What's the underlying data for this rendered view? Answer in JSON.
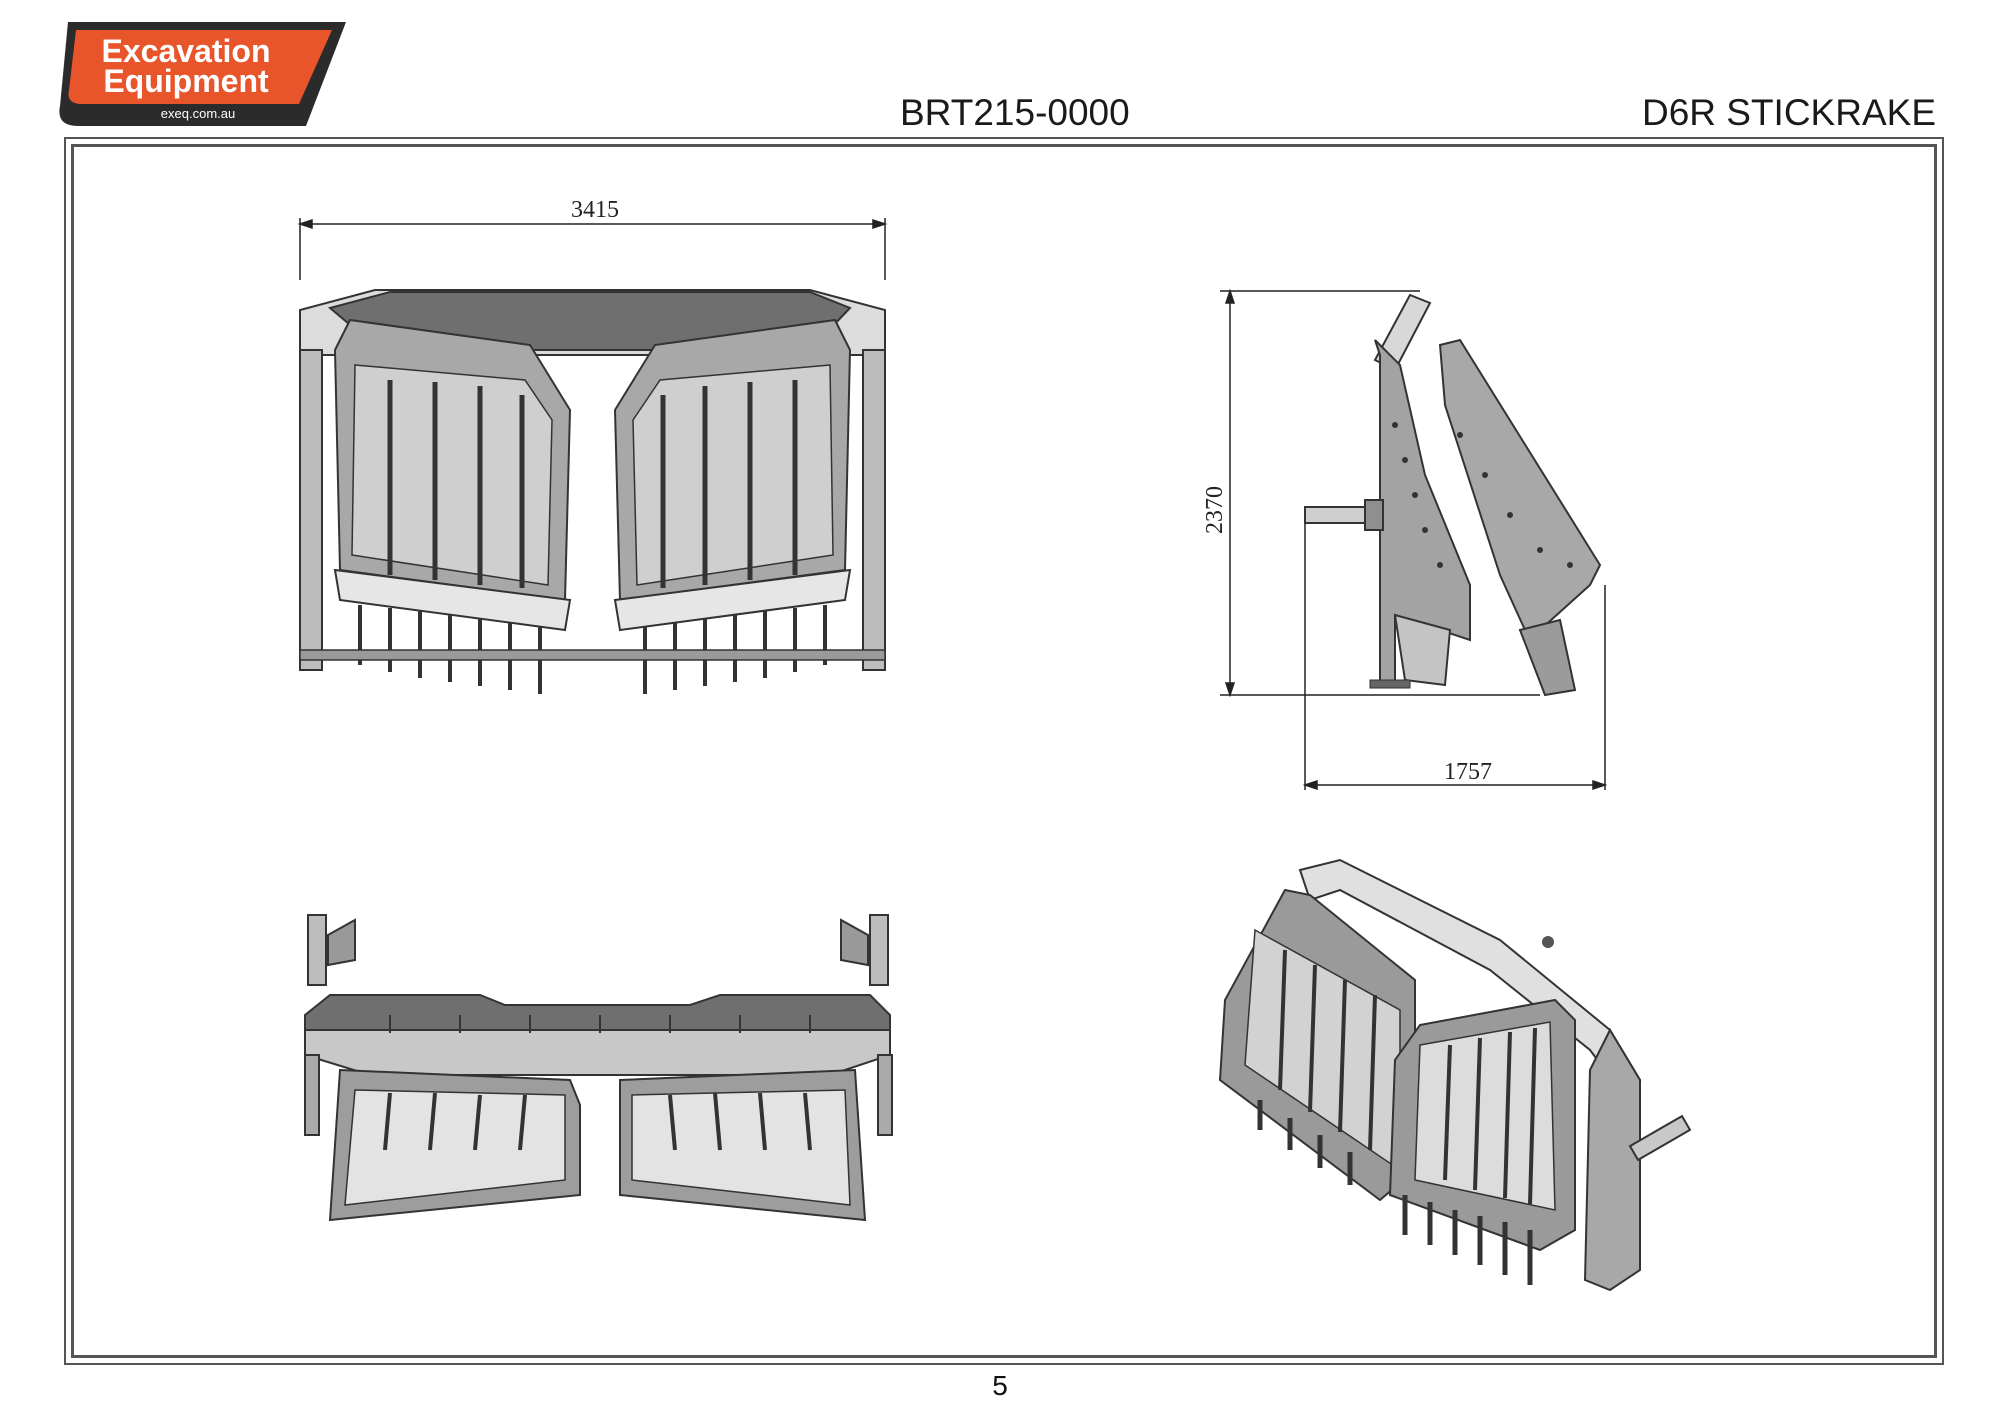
{
  "logo": {
    "line1": "Excavation",
    "line2": "Equipment",
    "url": "exeq.com.au",
    "colors": {
      "orange": "#e8552a",
      "dark": "#2b2b2b",
      "white": "#ffffff"
    }
  },
  "header": {
    "part_number": "BRT215-0000",
    "product_name": "D6R STICKRAKE"
  },
  "views": {
    "front": {
      "width_dimension": "3415"
    },
    "side": {
      "height_dimension": "2370",
      "depth_dimension": "1757"
    }
  },
  "footer": {
    "page_number": "5"
  }
}
